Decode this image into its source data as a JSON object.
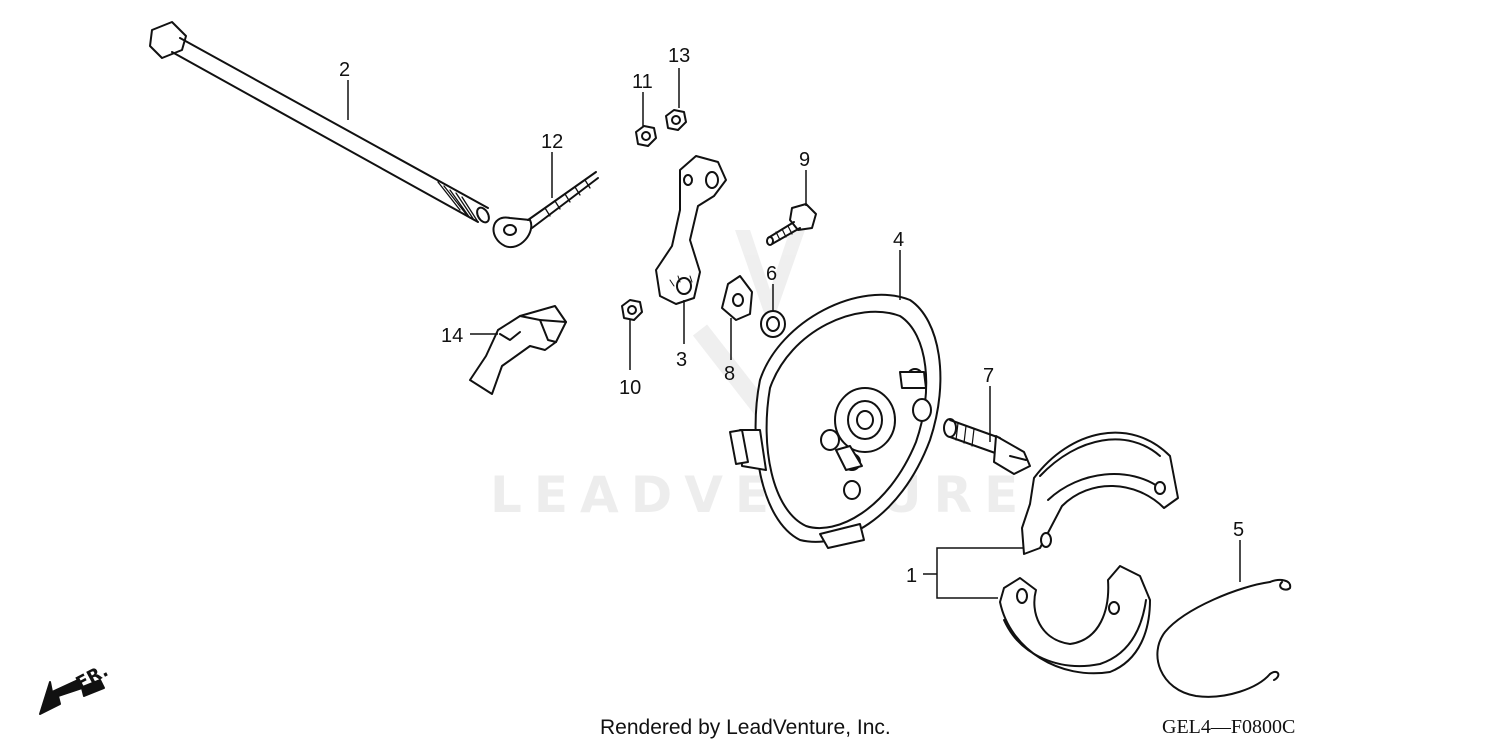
{
  "watermark": "LEADVENTURE",
  "callouts": {
    "c1": "1",
    "c2": "2",
    "c3": "3",
    "c4": "4",
    "c5": "5",
    "c6": "6",
    "c7": "7",
    "c8": "8",
    "c9": "9",
    "c10": "10",
    "c11": "11",
    "c12": "12",
    "c13": "13",
    "c14": "14"
  },
  "direction_label": "FR.",
  "footer": {
    "credit": "Rendered by LeadVenture, Inc.",
    "diagram_code": "GEL4—F0800C"
  }
}
